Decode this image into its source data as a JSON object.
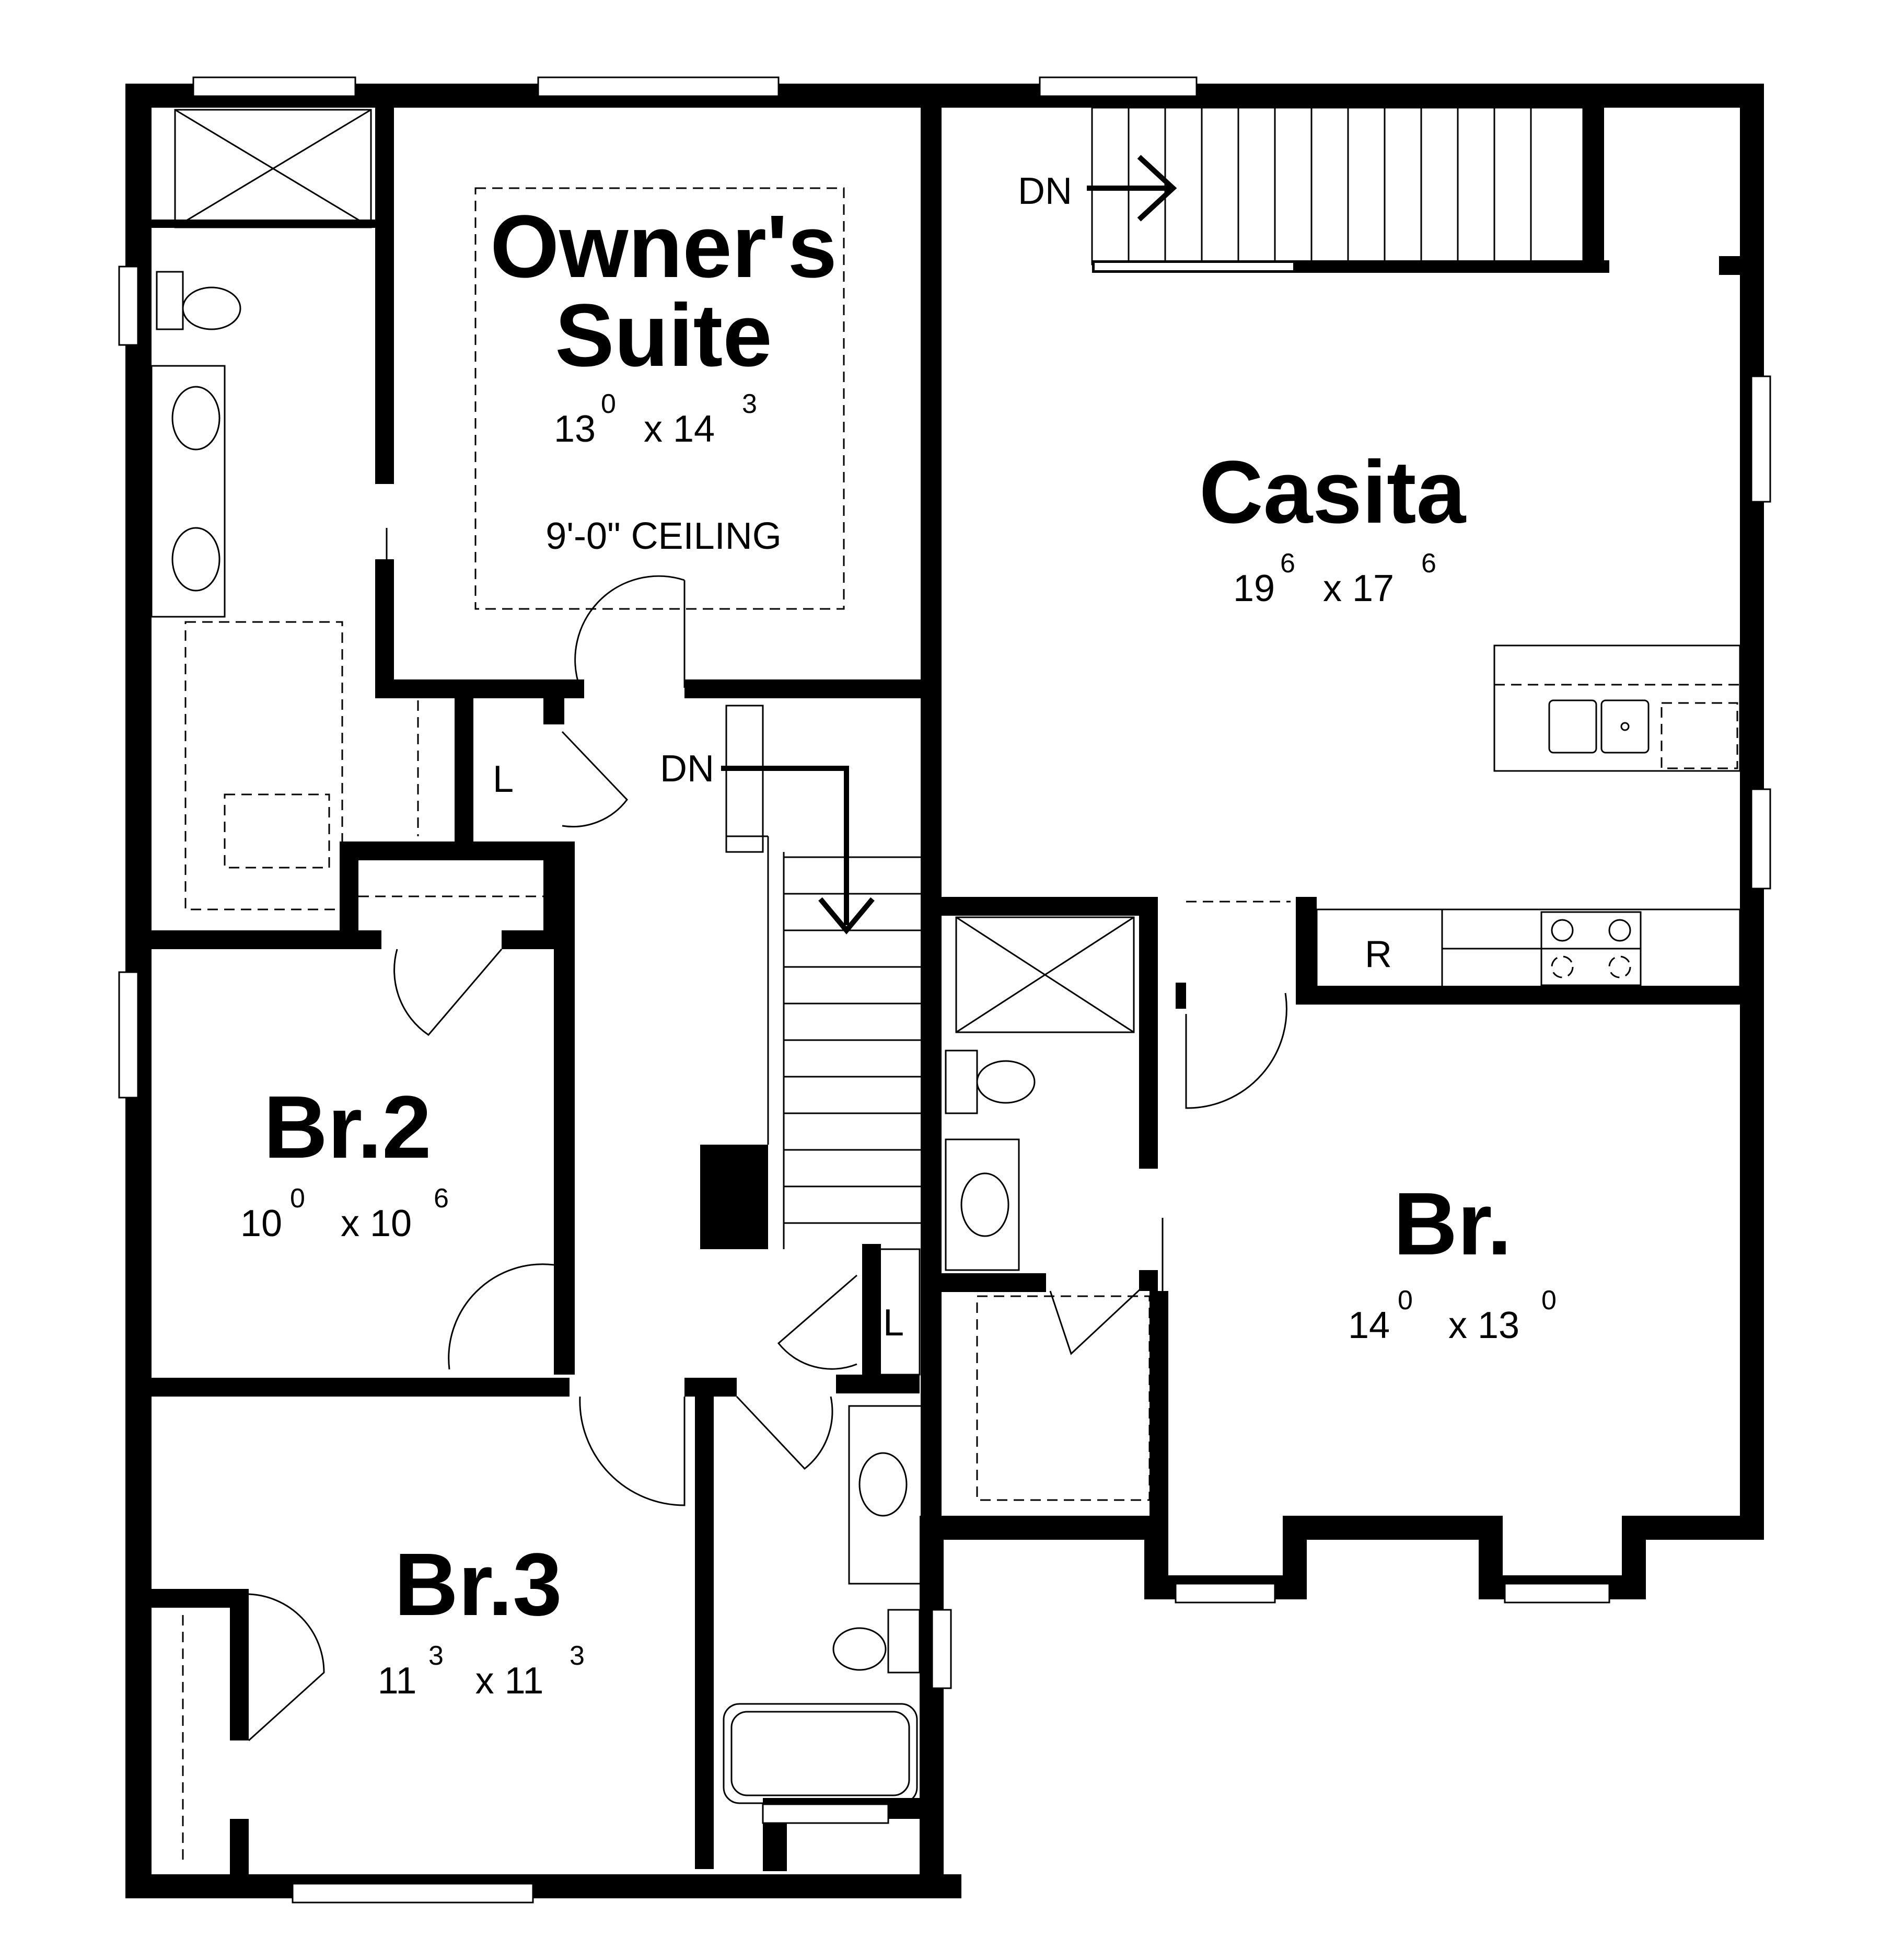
{
  "rooms": {
    "owners_suite": {
      "name_line1": "Owner's",
      "name_line2": "Suite",
      "dim_a": "13",
      "dim_a_sup": "0",
      "dim_b": "x 14",
      "dim_b_sup": "3",
      "note": "9'-0\" CEILING"
    },
    "casita": {
      "name": "Casita",
      "dim_a": "19",
      "dim_a_sup": "6",
      "dim_b": "x 17",
      "dim_b_sup": "6"
    },
    "br2": {
      "name": "Br.2",
      "dim_a": "10",
      "dim_a_sup": "0",
      "dim_b": "x 10",
      "dim_b_sup": "6"
    },
    "br3": {
      "name": "Br.3",
      "dim_a": "11",
      "dim_a_sup": "3",
      "dim_b": "x 11",
      "dim_b_sup": "3"
    },
    "br": {
      "name": "Br.",
      "dim_a": "14",
      "dim_a_sup": "0",
      "dim_b": "x 13",
      "dim_b_sup": "0"
    }
  },
  "labels": {
    "stair_dn_top": "DN",
    "stair_dn_center": "DN",
    "linen_upper": "L",
    "linen_lower": "L",
    "refrigerator": "R"
  },
  "colors": {
    "walls": "#000000",
    "background": "#ffffff"
  }
}
